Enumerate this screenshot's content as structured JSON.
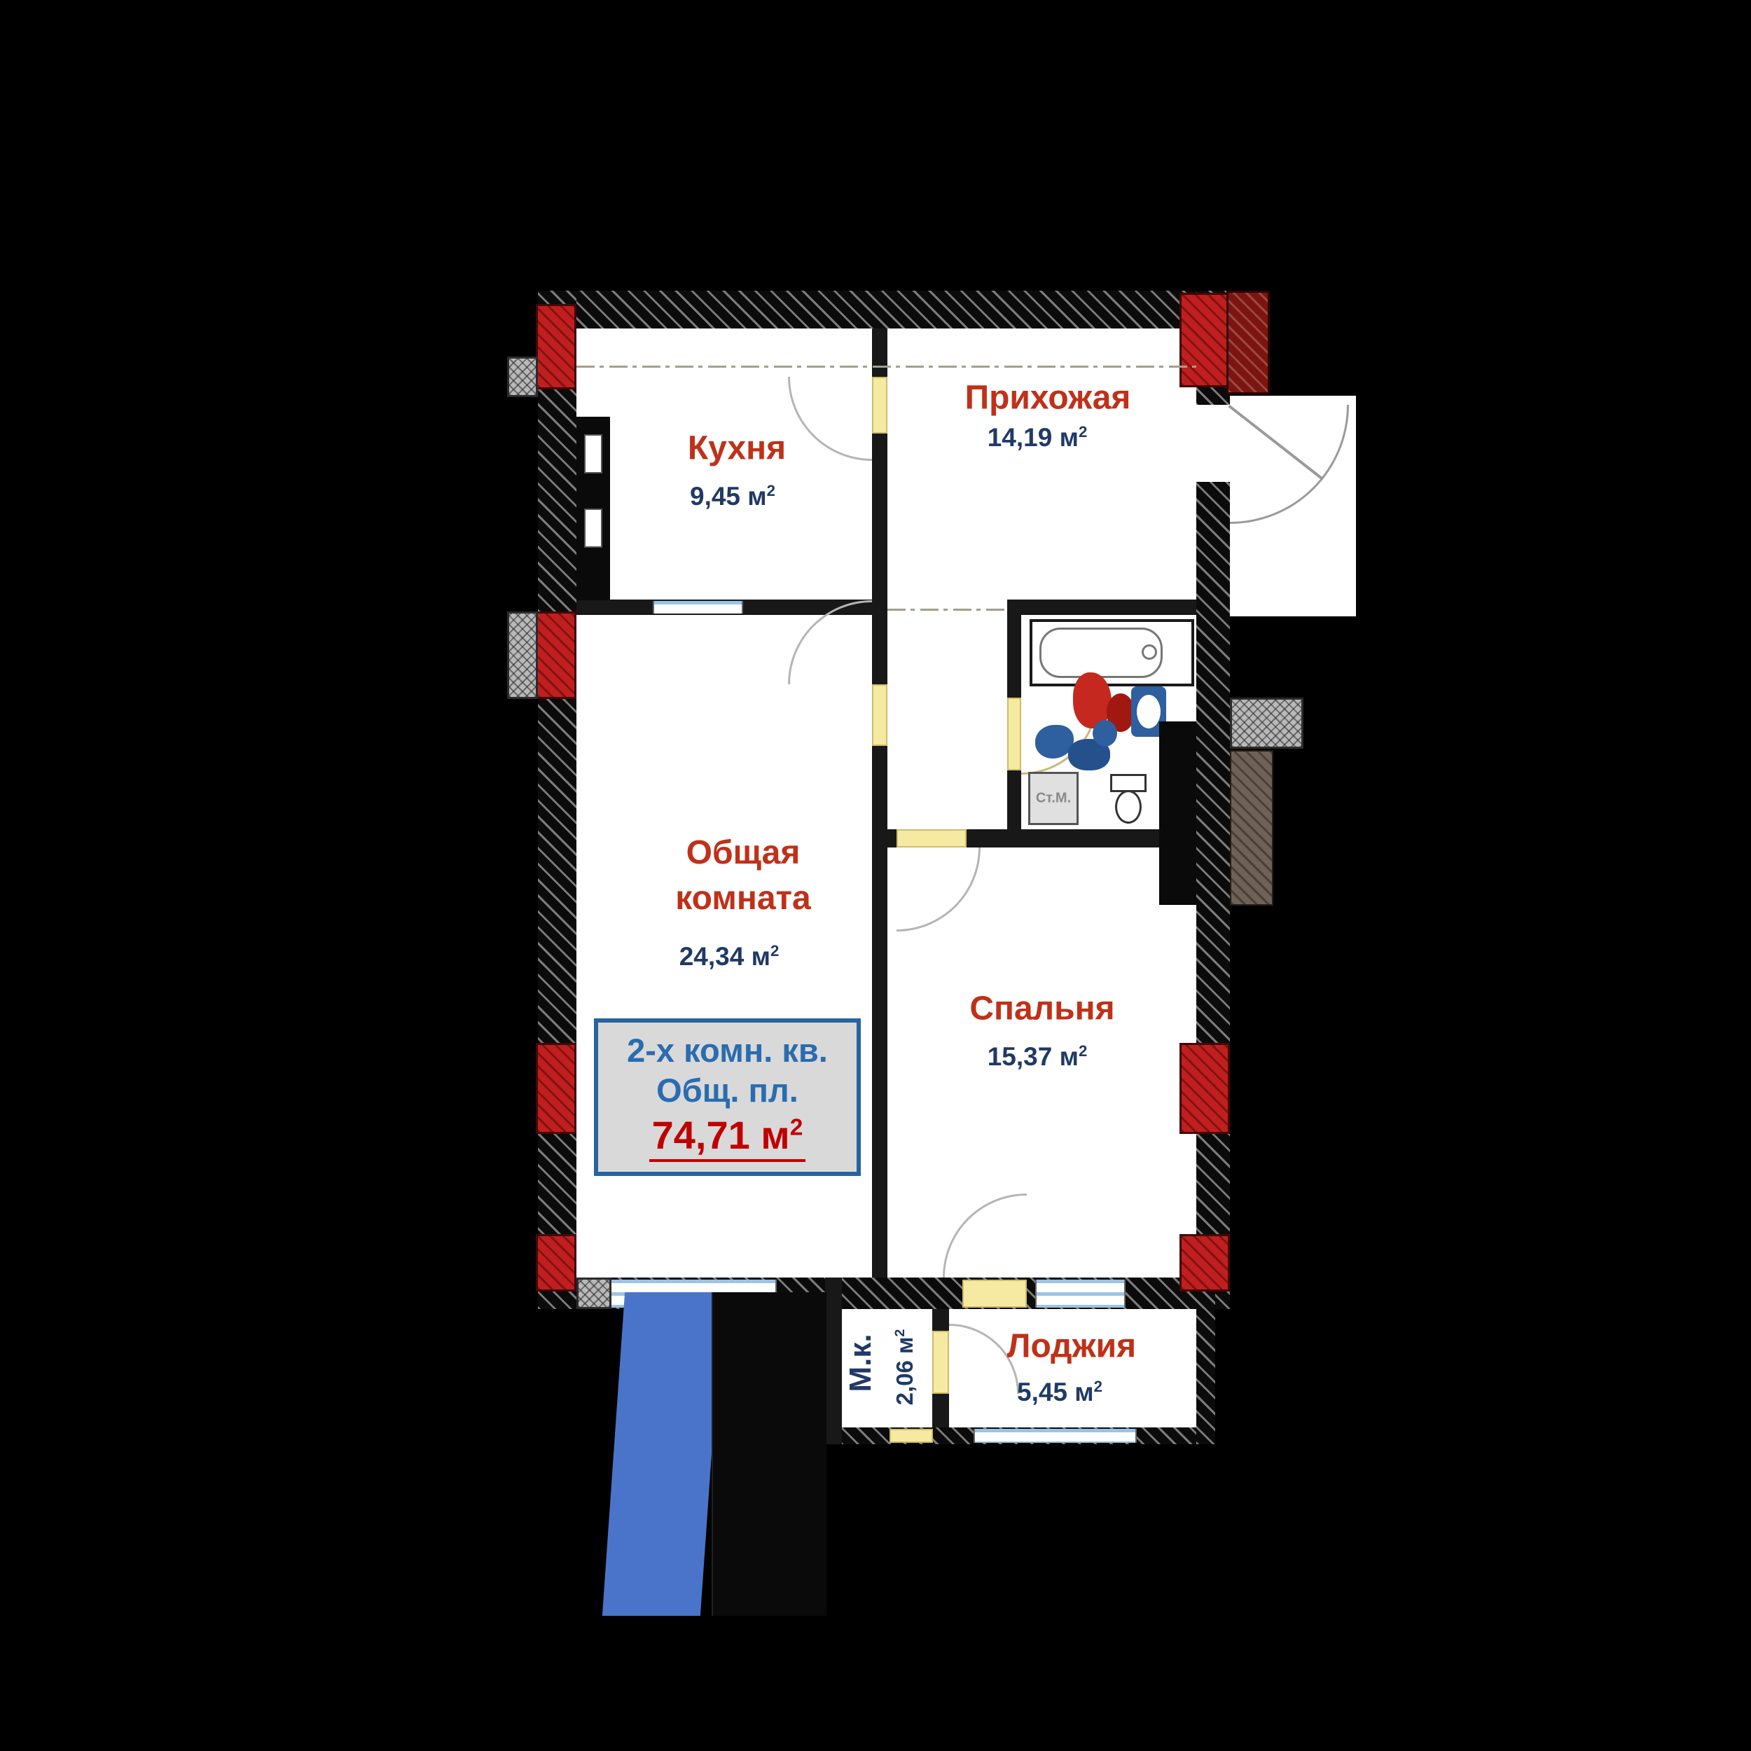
{
  "plan": {
    "sup": "2",
    "rooms": {
      "kitchen": {
        "name": "Кухня",
        "area": "9,45 м"
      },
      "hallway": {
        "name": "Прихожая",
        "area": "14,19 м"
      },
      "living": {
        "name_line1": "Общая",
        "name_line2": "комната",
        "area": "24,34 м"
      },
      "bedroom": {
        "name": "Спальня",
        "area": "15,37 м"
      },
      "mk": {
        "name": "М.к.",
        "area": "2,06 м"
      },
      "loggia": {
        "name": "Лоджия",
        "area": "5,45 м"
      }
    },
    "info_box": {
      "line1": "2-х комн. кв.",
      "line2": "Общ. пл.",
      "total": "74,71 м"
    },
    "fixtures": {
      "washing_machine": "Ст.М."
    },
    "colors": {
      "room_name": "#bf3119",
      "room_area": "#203a66",
      "info_text": "#2a6cb0",
      "info_total": "#c00000",
      "red_block": "#c01f1f",
      "door": "#f6e9a2",
      "window_glass": "#9cc3e5",
      "decor_blue": "#4a74c9"
    }
  }
}
